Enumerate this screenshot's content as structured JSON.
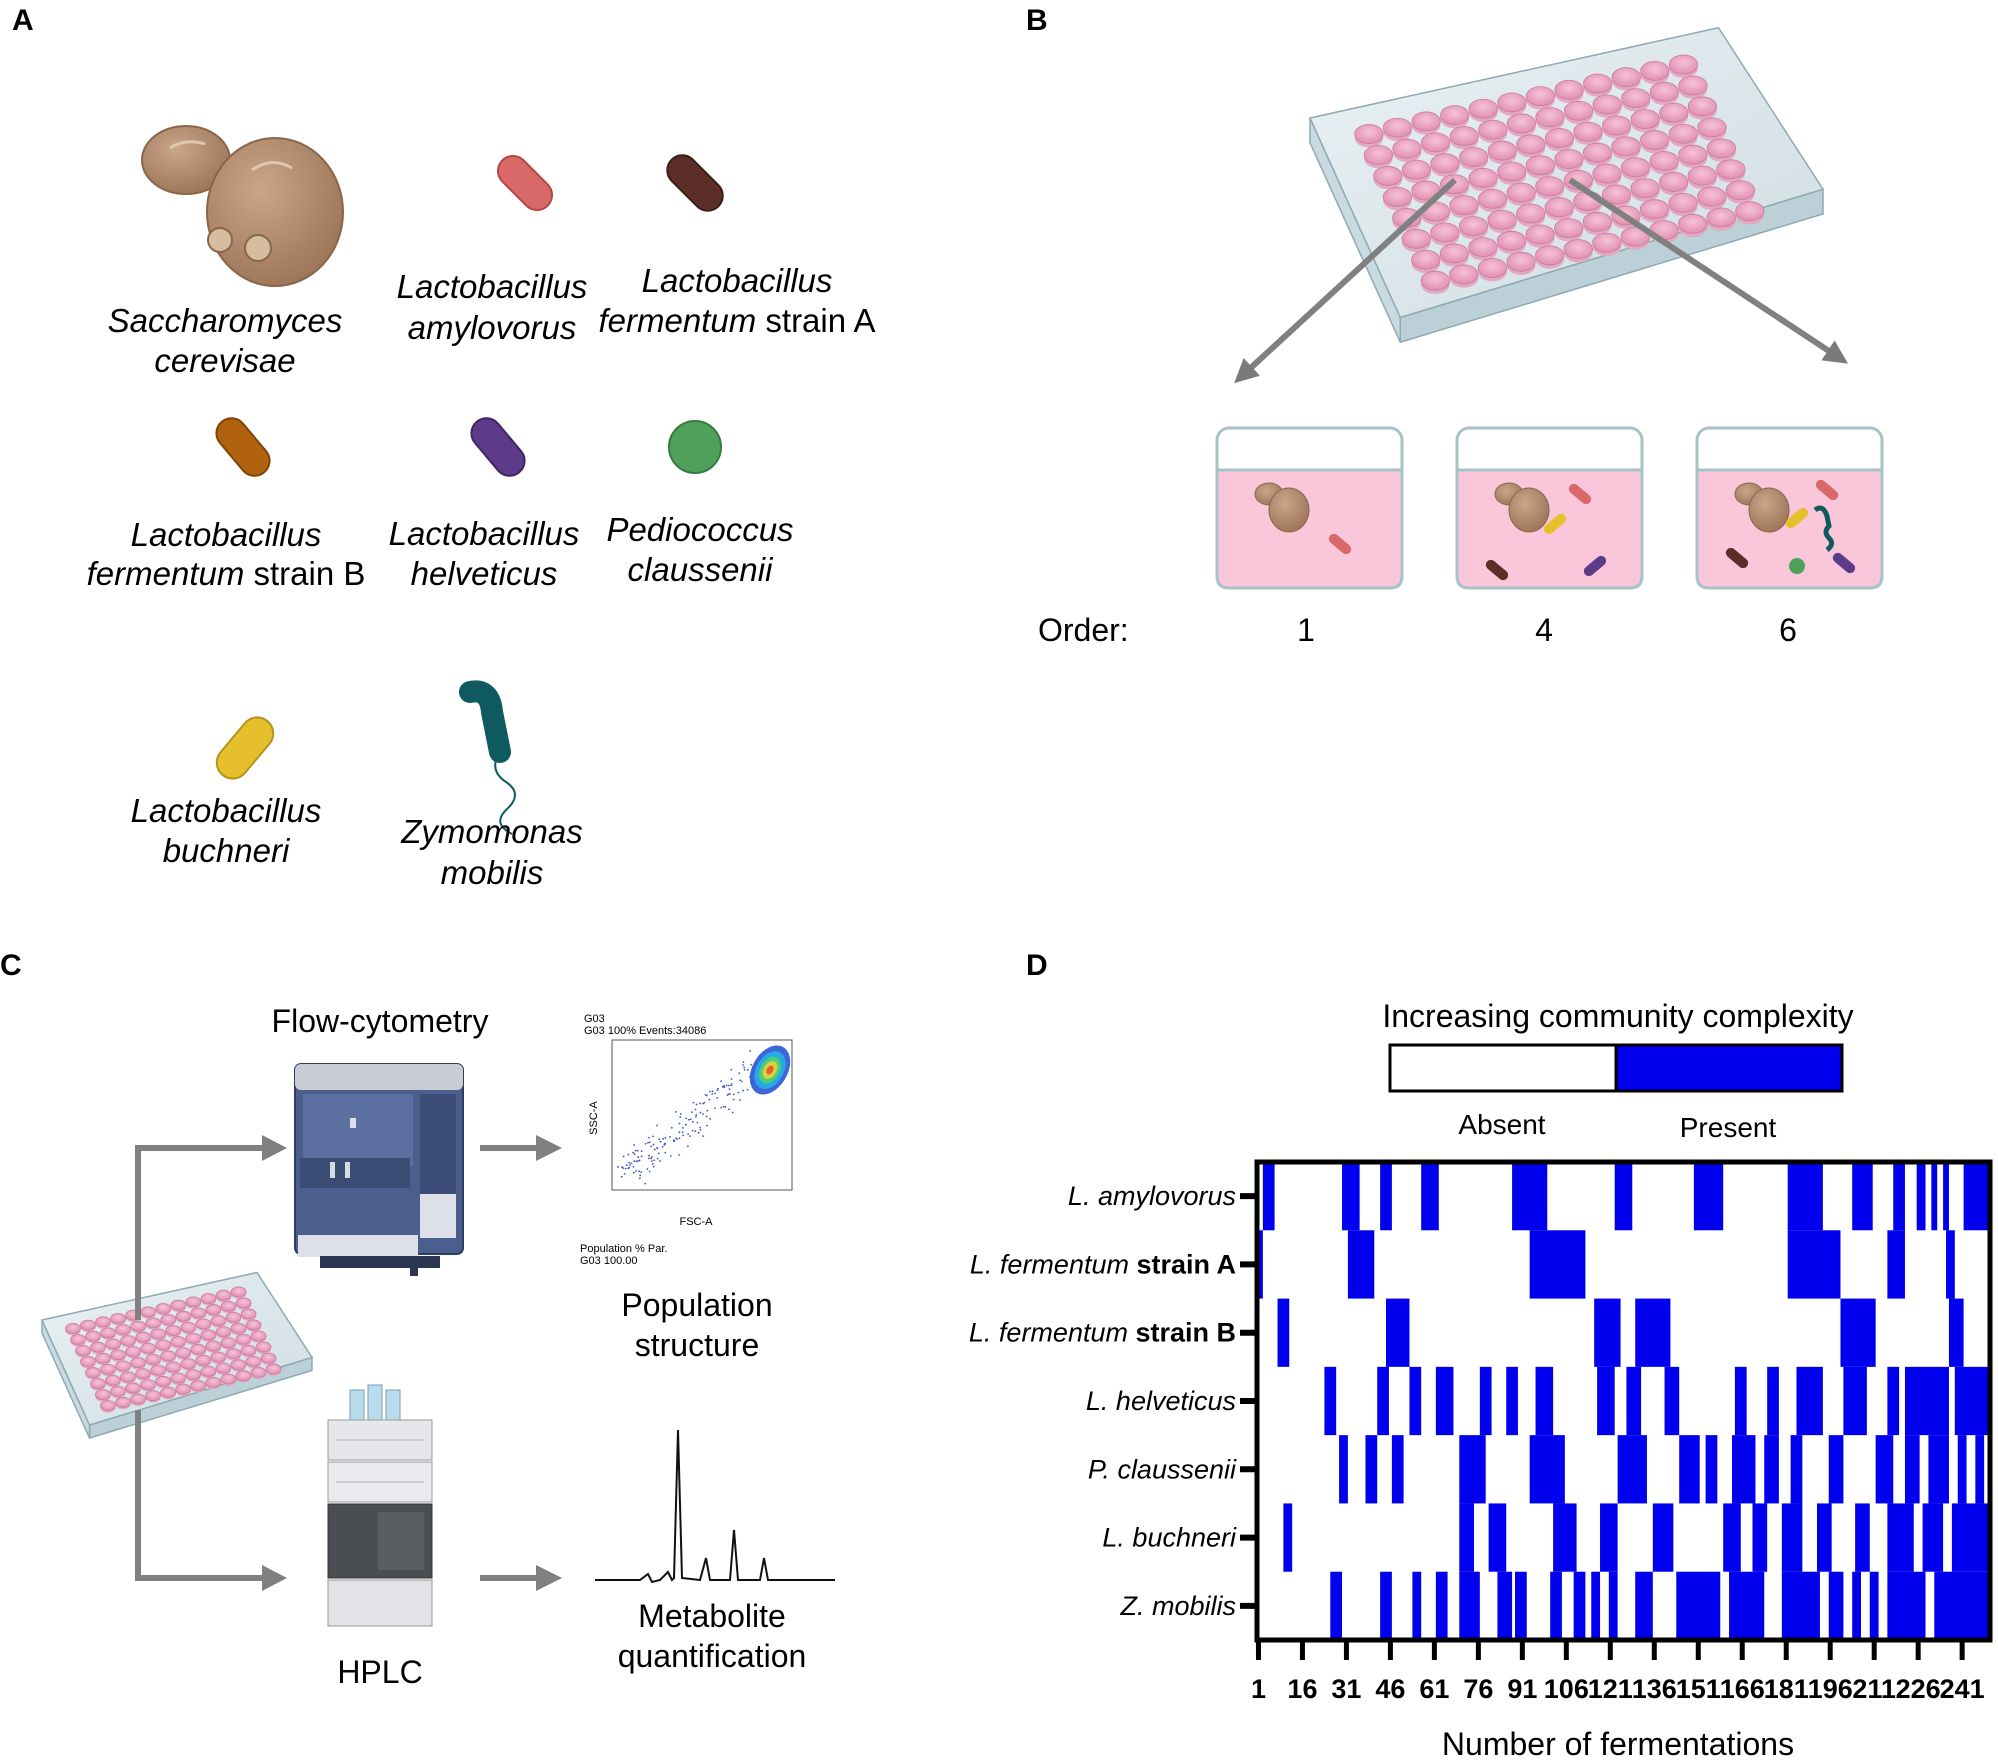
{
  "panels": {
    "A": "A",
    "B": "B",
    "C": "C",
    "D": "D"
  },
  "panelA": {
    "species": [
      {
        "name": "saccharomyces",
        "line1": "Saccharomyces",
        "line2": "cerevisae",
        "line2_suffix": "",
        "color": "#b58f6e"
      },
      {
        "name": "amylovorus",
        "line1": "Lactobacillus",
        "line2": "amylovorus",
        "line2_suffix": "",
        "color": "#d96868"
      },
      {
        "name": "fermentum-a",
        "line1": "Lactobacillus",
        "line2": "fermentum",
        "line2_suffix": " strain A",
        "color": "#5b2e28"
      },
      {
        "name": "fermentum-b",
        "line1": "Lactobacillus",
        "line2": "fermentum",
        "line2_suffix": " strain B",
        "color": "#b0620e"
      },
      {
        "name": "helveticus",
        "line1": "Lactobacillus",
        "line2": "helveticus",
        "line2_suffix": "",
        "color": "#5e3a8a"
      },
      {
        "name": "pediococcus",
        "line1": "Pediococcus",
        "line2": "claussenii",
        "line2_suffix": "",
        "color": "#4fa05a"
      },
      {
        "name": "buchneri",
        "line1": "Lactobacillus",
        "line2": "buchneri",
        "line2_suffix": "",
        "color": "#e6c02c"
      },
      {
        "name": "zymomonas",
        "line1": "Zymomonas",
        "line2": "mobilis",
        "line2_suffix": "",
        "color": "#0f5a5e"
      }
    ]
  },
  "panelB": {
    "order_label": "Order:",
    "orders": [
      "1",
      "4",
      "6"
    ]
  },
  "panelC": {
    "flow_label": "Flow-cytometry",
    "hplc_label": "HPLC",
    "population_line1": "Population",
    "population_line2": "structure",
    "metabolite_line1": "Metabolite",
    "metabolite_line2": "quantification",
    "plot_header1": "G03",
    "plot_header2": "G03  100% Events:34086",
    "plot_xlabel": "FSC-A",
    "plot_ylabel": "SSC-A",
    "plot_table_h": "Population    % Par.",
    "plot_table_r": "G03            100.00"
  },
  "panelD": {
    "legend_title": "Increasing community complexity",
    "absent_label": "Absent",
    "present_label": "Present",
    "absent_color": "#ffffff",
    "present_color": "#0000ee",
    "xlabel": "Number of fermentations",
    "x_ticks": [
      "1",
      "16",
      "31",
      "46",
      "61",
      "76",
      "91",
      "106",
      "121",
      "136",
      "151",
      "166",
      "181",
      "196",
      "211",
      "226",
      "241"
    ],
    "rows": [
      {
        "italic": "L. amylovorus",
        "bold": ""
      },
      {
        "italic": "L. fermentum",
        "bold": " strain A"
      },
      {
        "italic": "L. fermentum",
        "bold": " strain B"
      },
      {
        "italic": "L. helveticus",
        "bold": ""
      },
      {
        "italic": "P. claussenii",
        "bold": ""
      },
      {
        "italic": "L. buchneri",
        "bold": ""
      },
      {
        "italic": "Z. mobilis",
        "bold": ""
      }
    ],
    "total_fermentations": 250,
    "presence_ranges": [
      [
        [
          3,
          6
        ],
        [
          30,
          35
        ],
        [
          43,
          46
        ],
        [
          57,
          62
        ],
        [
          88,
          99
        ],
        [
          123,
          128
        ],
        [
          150,
          159
        ],
        [
          182,
          193
        ],
        [
          204,
          210
        ],
        [
          218,
          221
        ],
        [
          226,
          228
        ],
        [
          231,
          232
        ],
        [
          235,
          236
        ],
        [
          242,
          250
        ]
      ],
      [
        [
          1,
          2
        ],
        [
          32,
          40
        ],
        [
          94,
          112
        ],
        [
          182,
          199
        ],
        [
          216,
          221
        ],
        [
          236,
          238
        ]
      ],
      [
        [
          8,
          11
        ],
        [
          45,
          52
        ],
        [
          116,
          124
        ],
        [
          130,
          141
        ],
        [
          200,
          211
        ],
        [
          237,
          241
        ]
      ],
      [
        [
          24,
          27
        ],
        [
          42,
          45
        ],
        [
          53,
          56
        ],
        [
          62,
          67
        ],
        [
          77,
          80
        ],
        [
          86,
          89
        ],
        [
          96,
          101
        ],
        [
          117,
          122
        ],
        [
          127,
          131
        ],
        [
          140,
          144
        ],
        [
          164,
          167
        ],
        [
          175,
          178
        ],
        [
          185,
          193
        ],
        [
          201,
          208
        ],
        [
          216,
          219
        ],
        [
          222,
          236
        ],
        [
          239,
          250
        ]
      ],
      [
        [
          29,
          31
        ],
        [
          38,
          41
        ],
        [
          47,
          50
        ],
        [
          70,
          78
        ],
        [
          94,
          105
        ],
        [
          124,
          133
        ],
        [
          145,
          151
        ],
        [
          154,
          157
        ],
        [
          163,
          170
        ],
        [
          174,
          178
        ],
        [
          183,
          186
        ],
        [
          196,
          200
        ],
        [
          212,
          217
        ],
        [
          222,
          226
        ],
        [
          230,
          236
        ],
        [
          240,
          242
        ],
        [
          246,
          248
        ]
      ],
      [
        [
          10,
          12
        ],
        [
          70,
          74
        ],
        [
          80,
          85
        ],
        [
          102,
          109
        ],
        [
          118,
          123
        ],
        [
          136,
          142
        ],
        [
          160,
          165
        ],
        [
          170,
          174
        ],
        [
          180,
          186
        ],
        [
          192,
          196
        ],
        [
          205,
          209
        ],
        [
          216,
          224
        ],
        [
          228,
          234
        ],
        [
          238,
          250
        ]
      ],
      [
        [
          26,
          29
        ],
        [
          43,
          46
        ],
        [
          54,
          56
        ],
        [
          62,
          65
        ],
        [
          70,
          76
        ],
        [
          83,
          87
        ],
        [
          89,
          92
        ],
        [
          101,
          104
        ],
        [
          109,
          112
        ],
        [
          115,
          117
        ],
        [
          121,
          123
        ],
        [
          130,
          135
        ],
        [
          144,
          158
        ],
        [
          162,
          173
        ],
        [
          180,
          192
        ],
        [
          196,
          200
        ],
        [
          204,
          206
        ],
        [
          210,
          212
        ],
        [
          216,
          228
        ],
        [
          232,
          250
        ]
      ]
    ]
  }
}
